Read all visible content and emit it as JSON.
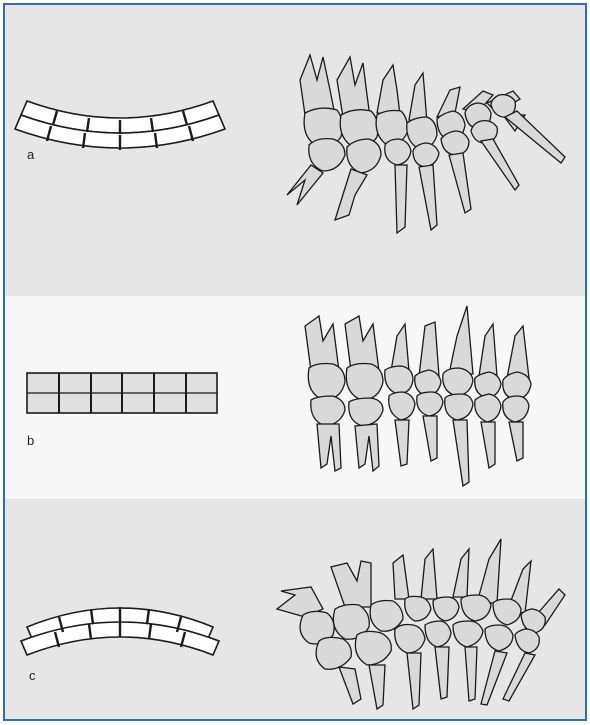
{
  "panels": [
    {
      "id": "a",
      "label": "a",
      "arrangement": "curved-arch",
      "background": "#e6e6e6"
    },
    {
      "id": "b",
      "label": "b",
      "arrangement": "straight-row",
      "background": "#f7f7f7"
    },
    {
      "id": "c",
      "label": "c",
      "arrangement": "reverse-curved-arch",
      "background": "#e6e6e6"
    }
  ],
  "colors": {
    "frame": "#2d6fb3",
    "tooth_fill": "#d9d9d9",
    "outline": "#1a1a1a",
    "block_fill": "#ffffff",
    "block_fill_b": "#e0e0e0"
  }
}
